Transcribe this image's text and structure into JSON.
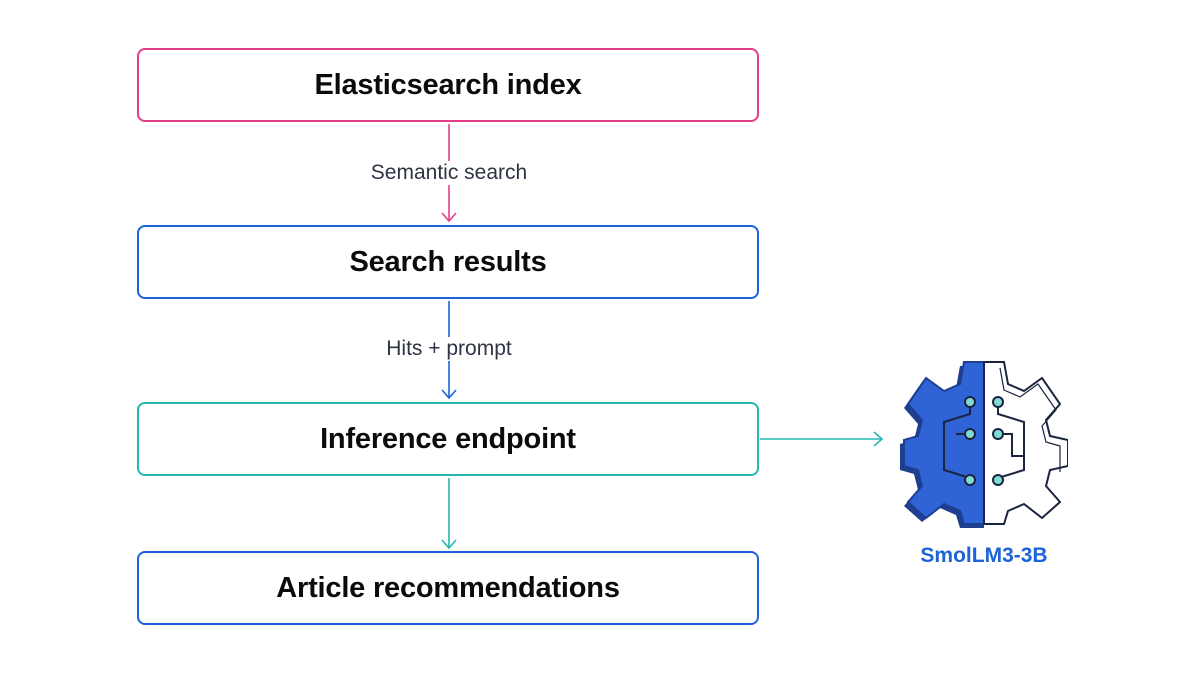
{
  "nodes": [
    {
      "id": "elasticsearch-index",
      "label": "Elasticsearch index",
      "color": "#e23f8a"
    },
    {
      "id": "search-results",
      "label": "Search results",
      "color": "#1d63d8"
    },
    {
      "id": "inference-endpoint",
      "label": "Inference endpoint",
      "color": "#22b8b0"
    },
    {
      "id": "article-recommendations",
      "label": "Article recommendations",
      "color": "#1d63d8"
    }
  ],
  "edges": [
    {
      "from": "elasticsearch-index",
      "to": "search-results",
      "label": "Semantic search",
      "color": "#e23f8a"
    },
    {
      "from": "search-results",
      "to": "inference-endpoint",
      "label": "Hits + prompt",
      "color": "#1d63d8"
    },
    {
      "from": "inference-endpoint",
      "to": "article-recommendations",
      "label": "",
      "color": "#22b8b0"
    },
    {
      "from": "inference-endpoint",
      "to": "model",
      "label": "",
      "color": "#22b8b0"
    }
  ],
  "model": {
    "name": "SmolLM3-3B",
    "icon": "brain-gear-icon",
    "color": "#1d63d8"
  }
}
